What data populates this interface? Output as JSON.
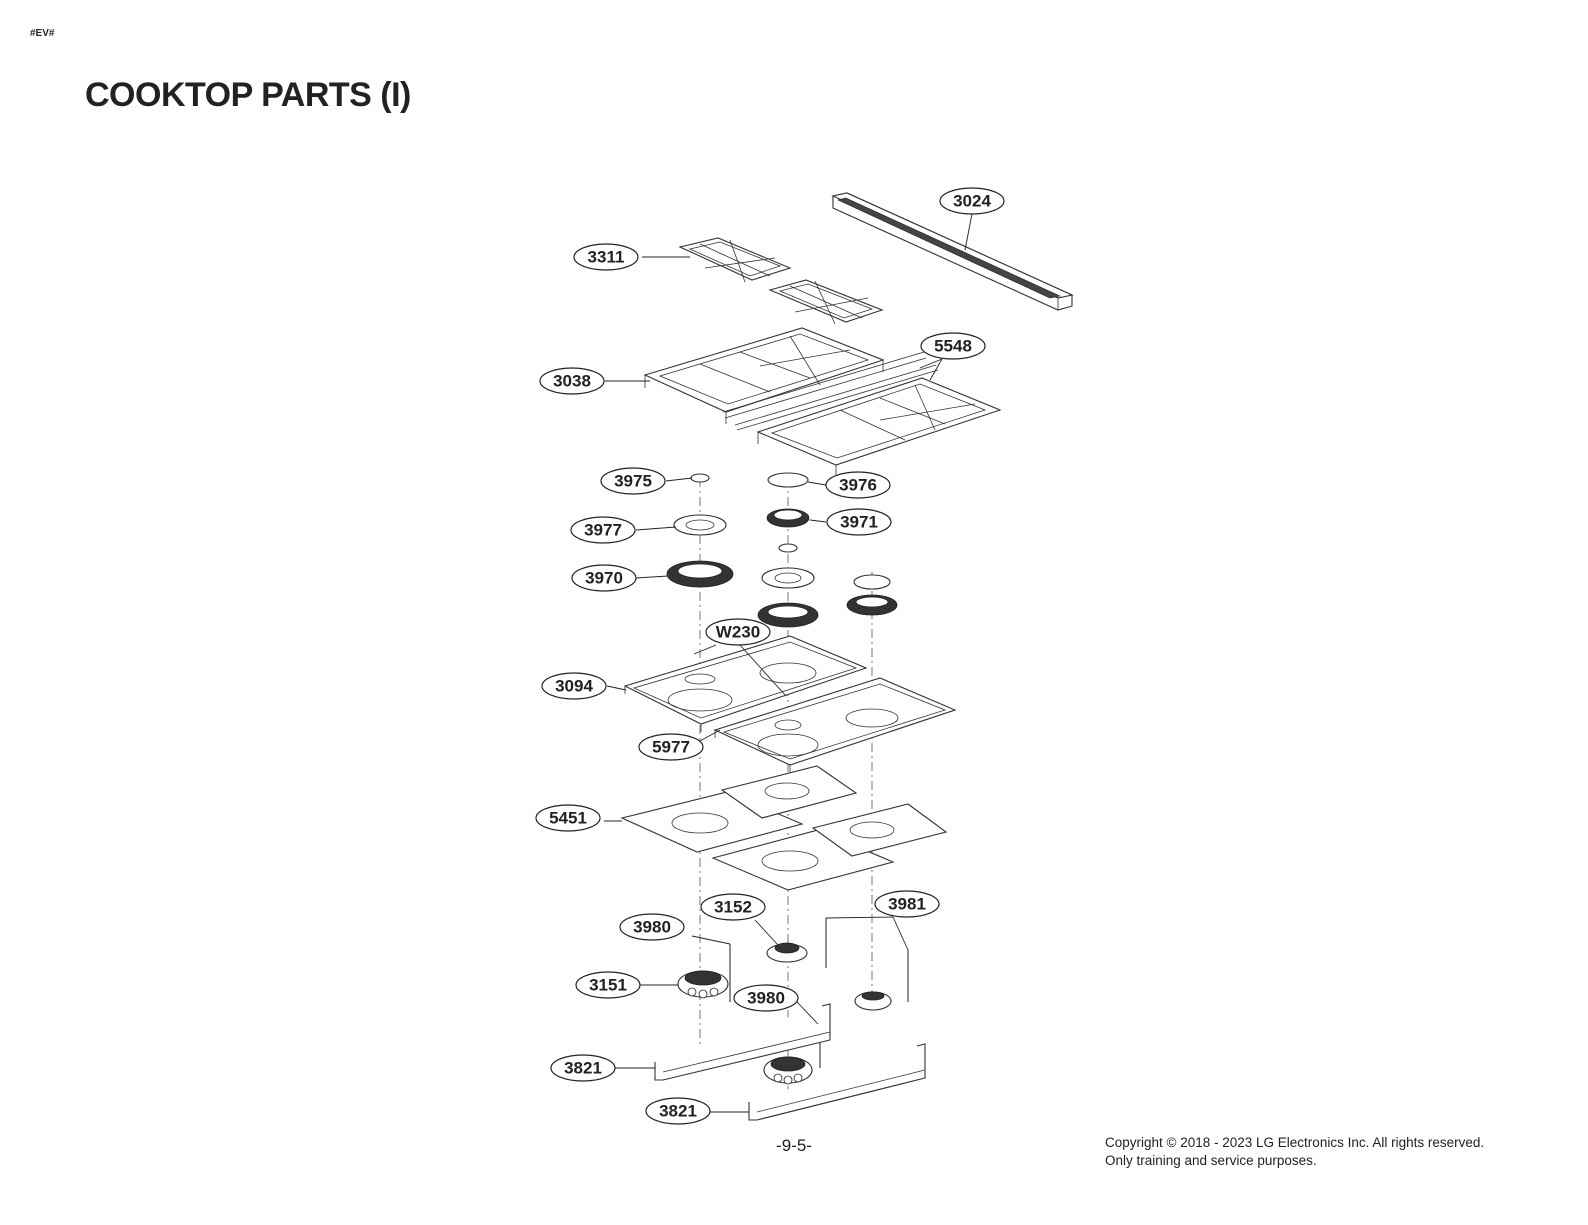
{
  "header": {
    "tag": "#EV#",
    "title": "COOKTOP PARTS (I)"
  },
  "footer": {
    "page_number": "-9-5-",
    "copyright_line1": "Copyright © 2018 - 2023 LG Electronics Inc. All rights reserved.",
    "copyright_line2": "Only training and service purposes."
  },
  "callouts": {
    "c3024": "3024",
    "c3311": "3311",
    "c5548": "5548",
    "c3038": "3038",
    "c3975": "3975",
    "c3976": "3976",
    "c3977": "3977",
    "c3971": "3971",
    "c3970": "3970",
    "cW230": "W230",
    "c3094": "3094",
    "c5977": "5977",
    "c5451": "5451",
    "c3152": "3152",
    "c3981": "3981",
    "c3980a": "3980",
    "c3151": "3151",
    "c3980b": "3980",
    "c3821a": "3821",
    "c3821b": "3821"
  }
}
